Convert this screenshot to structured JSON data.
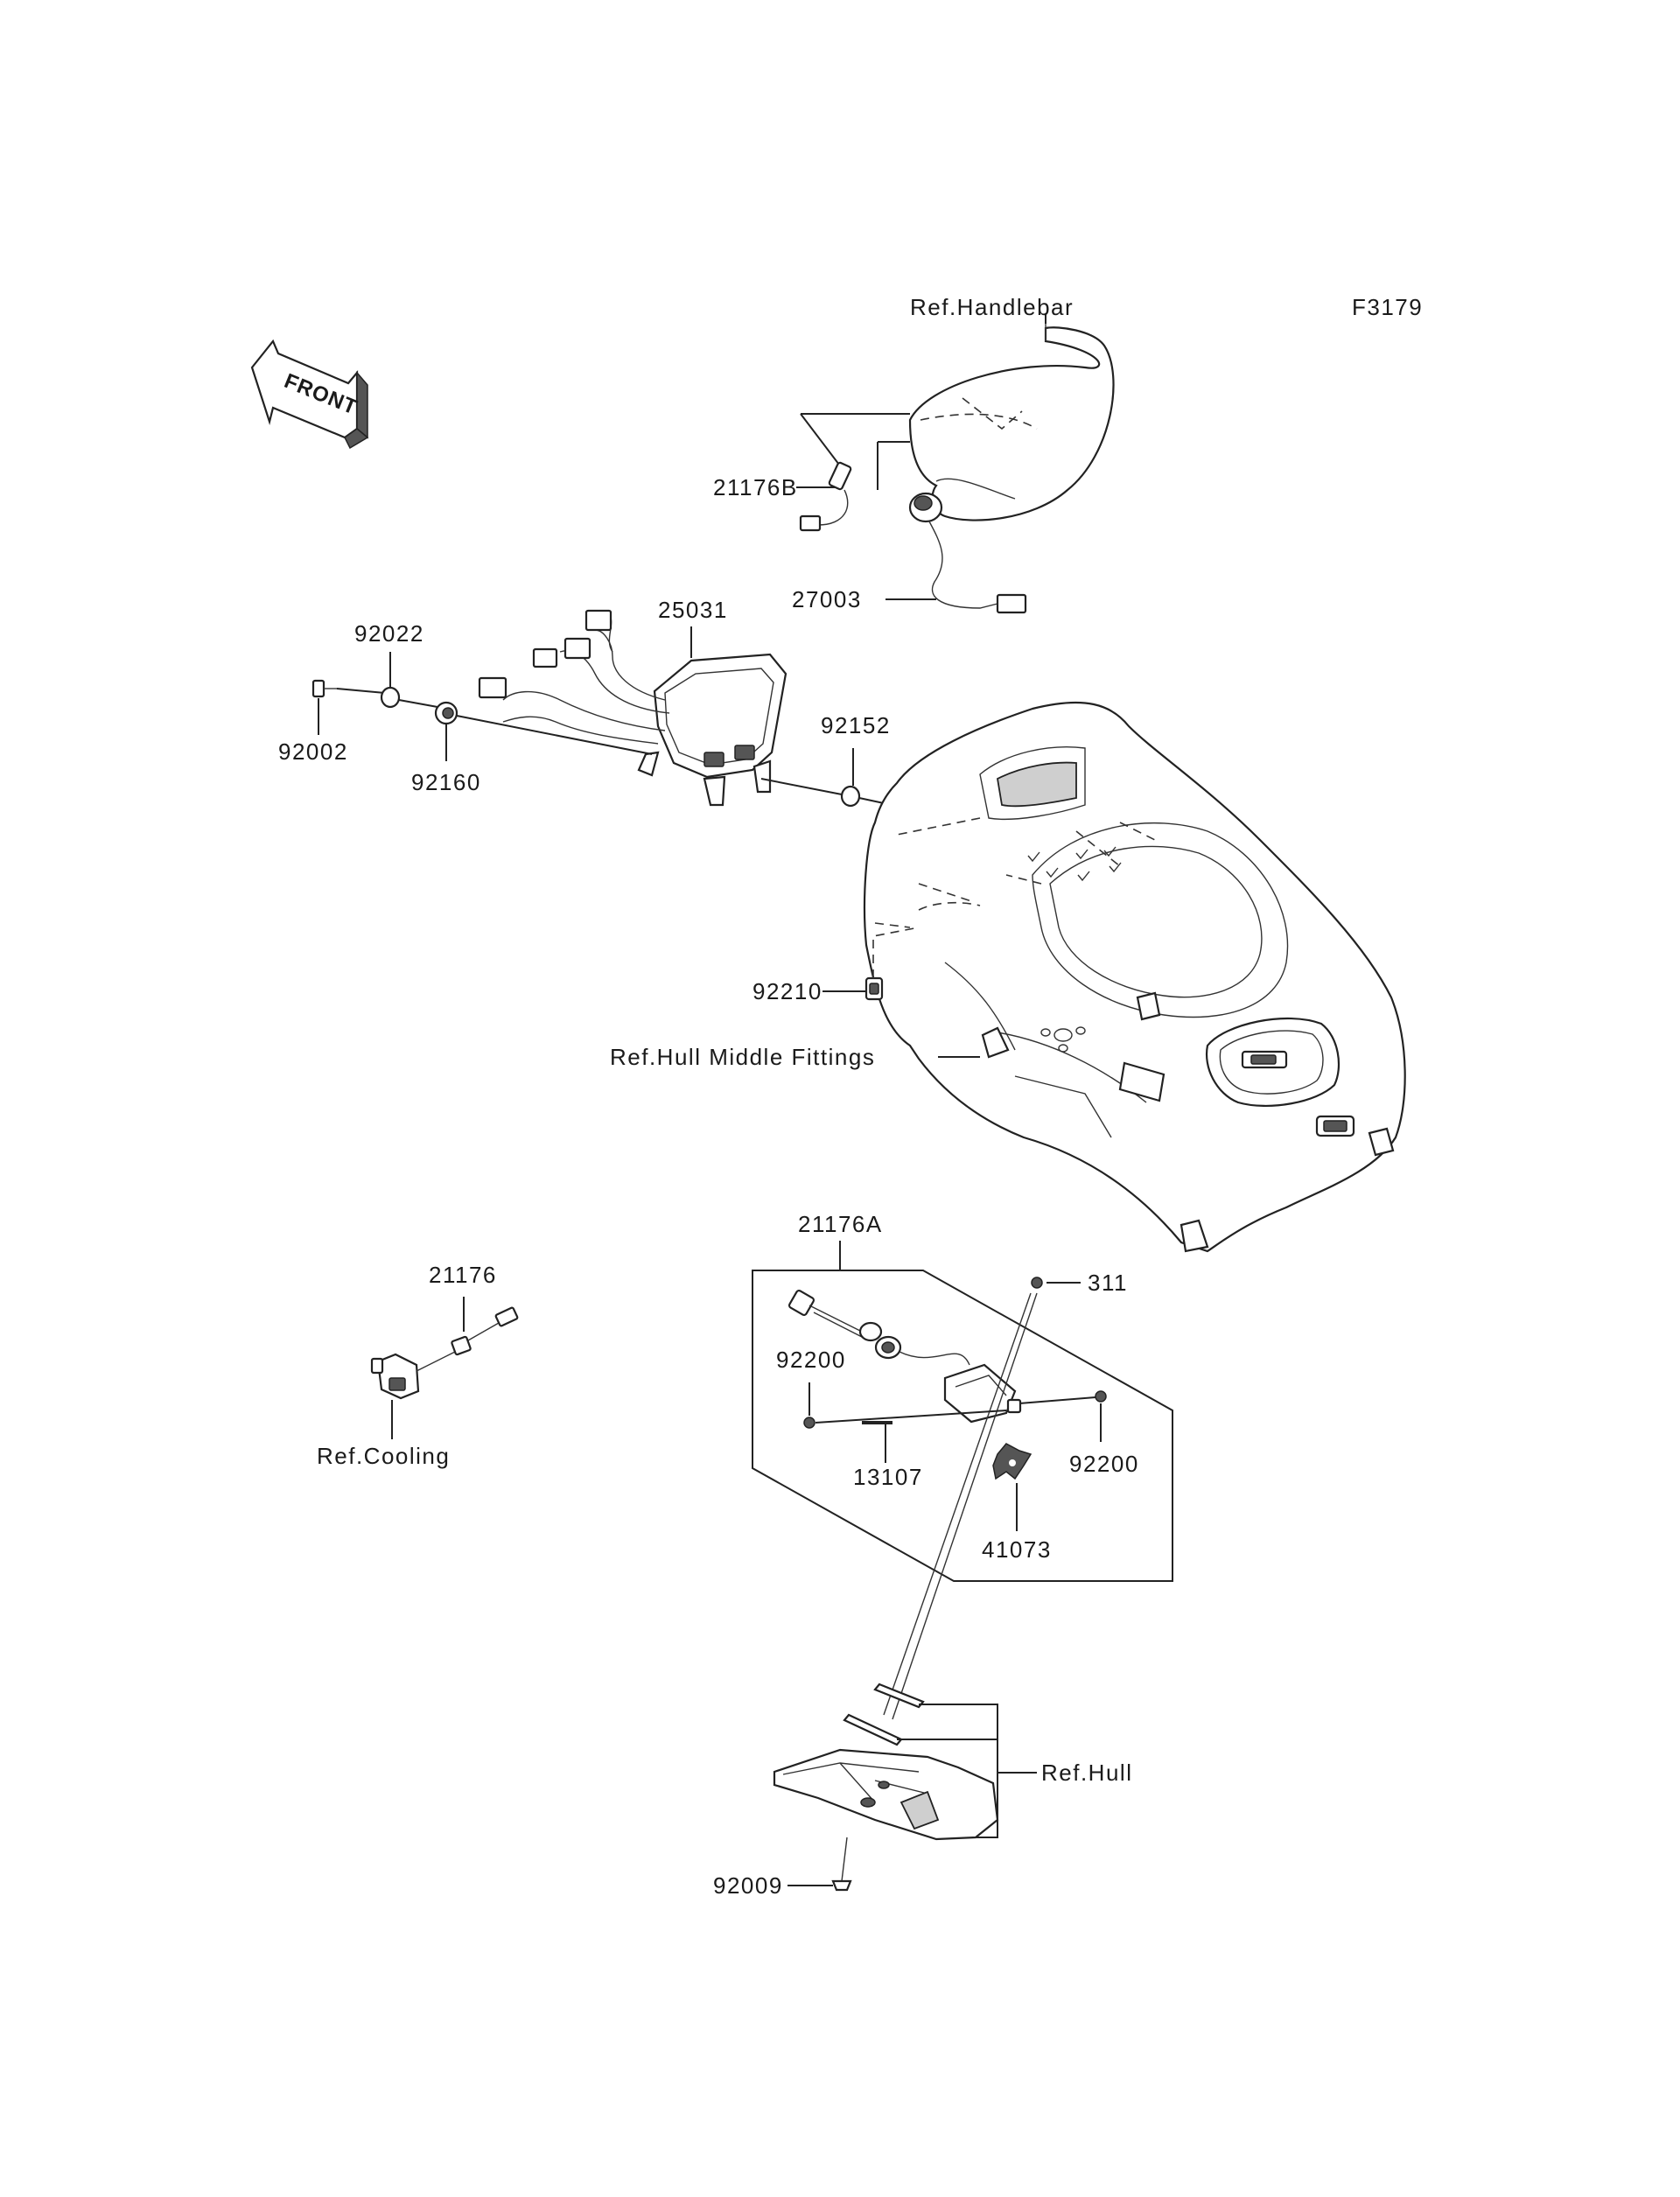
{
  "figure_code": "F3179",
  "front_badge": "FRONT",
  "labels": {
    "ref_handlebar": "Ref.Handlebar",
    "p21176B": "21176B",
    "p27003": "27003",
    "p25031": "25031",
    "p92022": "92022",
    "p92002": "92002",
    "p92160": "92160",
    "p92152": "92152",
    "p92210": "92210",
    "ref_hull_middle": "Ref.Hull Middle Fittings",
    "p21176A": "21176A",
    "p311": "311",
    "p21176": "21176",
    "p92200_left": "92200",
    "p92200_right": "92200",
    "p13107": "13107",
    "p41073": "41073",
    "ref_cooling": "Ref.Cooling",
    "ref_hull": "Ref.Hull",
    "p92009": "92009"
  }
}
